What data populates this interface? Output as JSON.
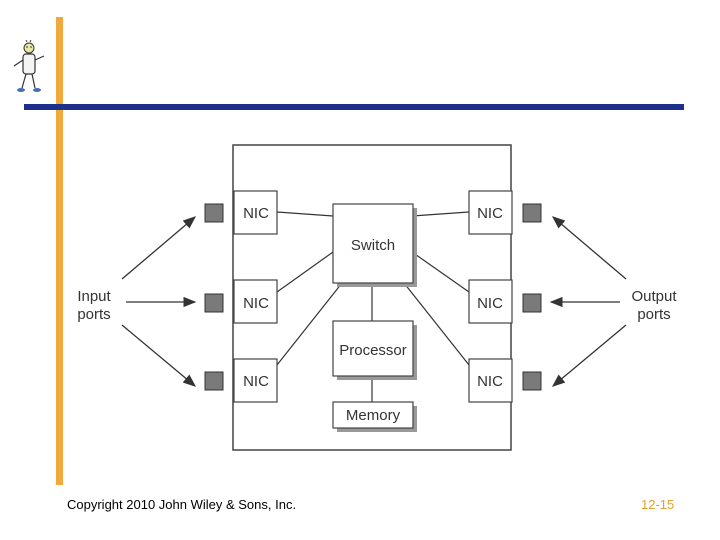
{
  "diagram": {
    "nic_label": "NIC",
    "switch_label": "Switch",
    "processor_label": "Processor",
    "memory_label": "Memory",
    "input_label_line1": "Input",
    "input_label_line2": "ports",
    "output_label_line1": "Output",
    "output_label_line2": "ports"
  },
  "footer": {
    "copyright": "Copyright 2010 John Wiley & Sons, Inc.",
    "page_number": "12-15"
  },
  "colors": {
    "accent_bar": "#f0a93a",
    "title_rule": "#1d2f8c",
    "page_number": "#e3a12b",
    "port_fill": "#7a7a7a"
  },
  "icons": {
    "mascot": "cartoon-figure-icon"
  }
}
